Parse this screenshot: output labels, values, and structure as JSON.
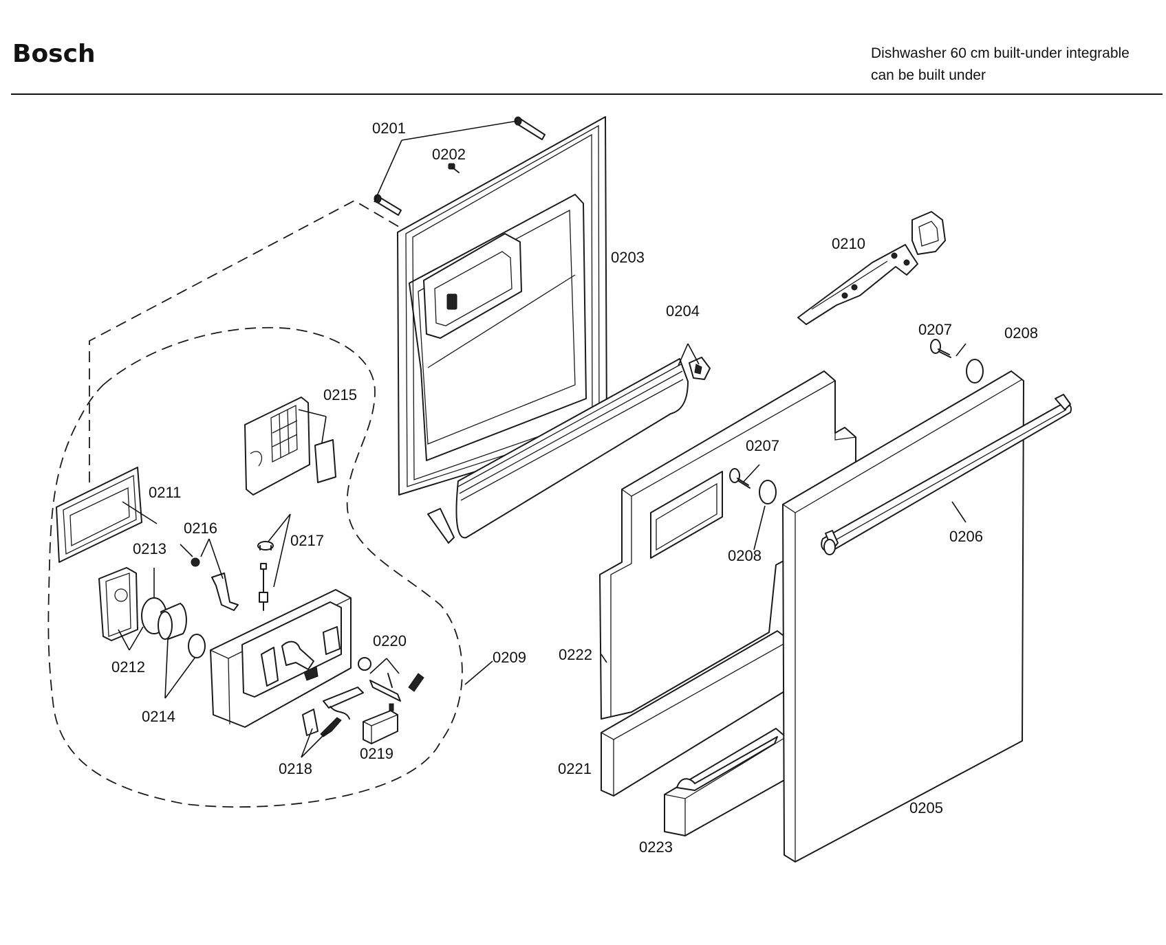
{
  "header": {
    "brand": "Bosch",
    "subtitle_line1": "Dishwasher 60 cm built-under integrable",
    "subtitle_line2": "can be built under"
  },
  "callouts": {
    "p0201": "0201",
    "p0202": "0202",
    "p0203": "0203",
    "p0204": "0204",
    "p0205": "0205",
    "p0206": "0206",
    "p0207a": "0207",
    "p0207b": "0207",
    "p0208a": "0208",
    "p0208b": "0208",
    "p0209": "0209",
    "p0210": "0210",
    "p0211": "0211",
    "p0212": "0212",
    "p0213": "0213",
    "p0214": "0214",
    "p0215": "0215",
    "p0216": "0216",
    "p0217": "0217",
    "p0218": "0218",
    "p0219": "0219",
    "p0220": "0220",
    "p0221": "0221",
    "p0222": "0222",
    "p0223": "0223"
  }
}
